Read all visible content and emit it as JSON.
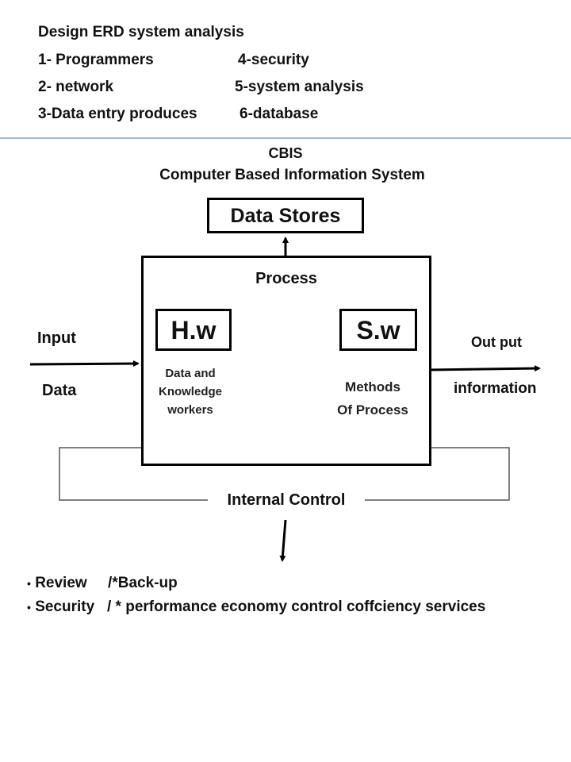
{
  "header": {
    "title": "Design ERD system analysis",
    "items": [
      {
        "left": "1- Programmers",
        "right": "4-security"
      },
      {
        "left": "2- network",
        "right": "5-system analysis"
      },
      {
        "left": "3-Data entry produces",
        "right": "6-database"
      }
    ]
  },
  "diagram": {
    "title_short": "CBIS",
    "title_long": "Computer Based Information System",
    "data_stores": "Data Stores",
    "process": "Process",
    "hw": "H.w",
    "sw": "S.w",
    "hw_caption": [
      "Data and",
      "Knowledge",
      "workers"
    ],
    "sw_caption": [
      "Methods",
      "Of Process"
    ],
    "input_top": "Input",
    "input_bottom": "Data",
    "output_top": "Out put",
    "output_bottom": "information",
    "internal_control": "Internal Control"
  },
  "bullets": [
    "Review     /*Back-up",
    "Security   / * performance economy control coffciency services"
  ],
  "colors": {
    "divider": "#7fa7b8",
    "line": "#000000",
    "feedback": "#555555"
  }
}
